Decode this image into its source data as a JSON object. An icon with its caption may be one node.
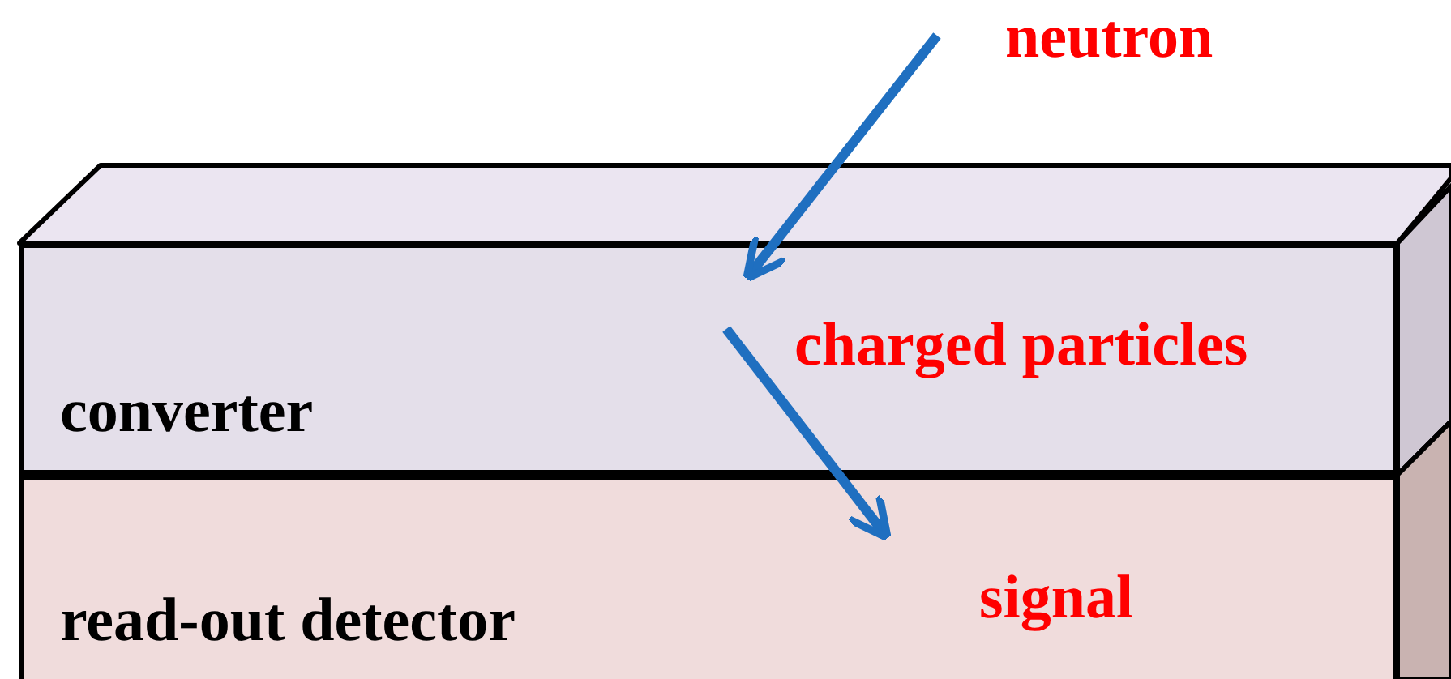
{
  "diagram": {
    "nodes": [
      {
        "text": [
          "converter"
        ]
      },
      {
        "text": [
          "read-out detector"
        ]
      }
    ],
    "edges": [
      {
        "from": null,
        "to": 0,
        "arrow": "to",
        "color": "#1f6fc0"
      },
      {
        "from": 0,
        "to": 1,
        "arrow": "to",
        "color": "#1f6fc0"
      }
    ],
    "labels": [
      "neutron",
      "charged particles",
      "signal"
    ]
  }
}
